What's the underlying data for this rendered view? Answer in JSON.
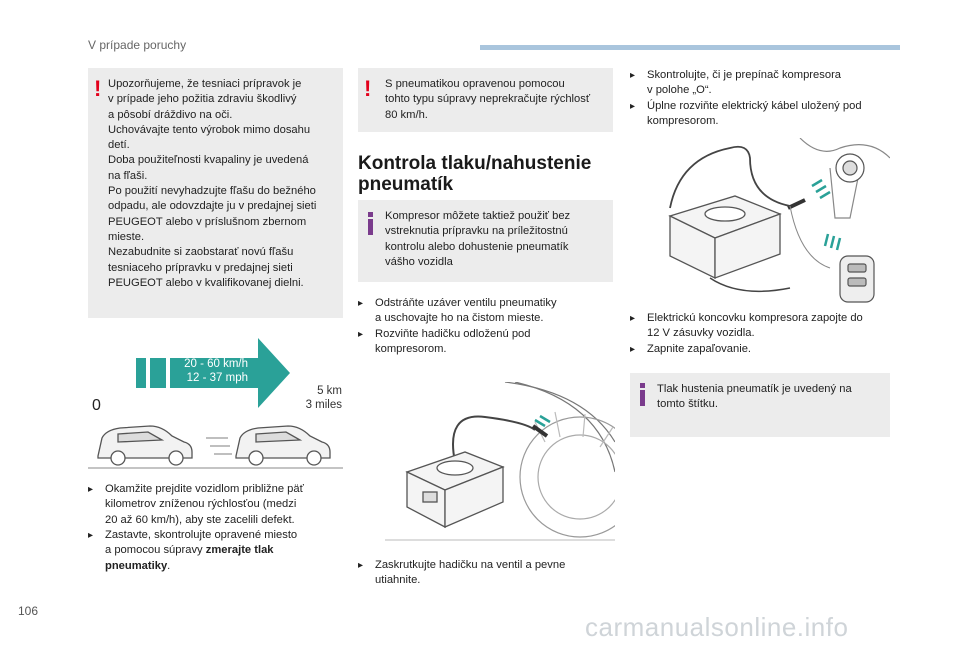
{
  "header": {
    "section_title": "V prípade poruchy",
    "accent_color": "#a9c5dd"
  },
  "col1": {
    "warning": [
      "Upozorňujeme, že tesniaci prípravok je",
      "v prípade jeho požitia zdraviu škodlivý",
      "a pôsobí dráždivo na oči.",
      "Uchovávajte tento výrobok mimo dosahu",
      "detí.",
      "Doba použiteľnosti kvapaliny je uvedená",
      "na fľaši.",
      "Po použití nevyhadzujte fľašu do bežného",
      "odpadu, ale odovzdajte ju v predajnej sieti",
      "PEUGEOT alebo v príslušnom zbernom",
      "mieste.",
      "Nezabudnite si zaobstarať novú fľašu",
      "tesniaceho prípravku v predajnej sieti",
      "PEUGEOT alebo v kvalifikovanej dielni."
    ],
    "diagram": {
      "speed_kmh": "20 - 60 km/h",
      "speed_mph": "12 - 37 mph",
      "start": "0",
      "distance_km": "5 km",
      "distance_miles": "3 miles",
      "accent": "#2aa198"
    },
    "bullets": [
      {
        "lines": [
          "Okamžite prejdite vozidlom približne päť",
          "kilometrov zníženou rýchlosťou (medzi",
          "20 až 60 km/h), aby ste zacelili defekt."
        ]
      },
      {
        "lines": [
          "Zastavte, skontrolujte opravené miesto",
          "a pomocou súpravy "
        ],
        "bold": [
          "zmerajte tlak",
          "pneumatiky"
        ],
        "after": "."
      }
    ]
  },
  "col2": {
    "warning": [
      "S pneumatikou opravenou pomocou",
      "tohto typu súpravy neprekračujte rýchlosť",
      "80 km/h."
    ],
    "heading": [
      "Kontrola tlaku/nahustenie",
      "pneumatík"
    ],
    "info": [
      "Kompresor môžete taktiež použiť bez",
      "vstreknutia prípravku na príležitostnú",
      "kontrolu alebo dohustenie pneumatík",
      "vášho vozidla"
    ],
    "bullets": [
      [
        "Odstráňte uzáver ventilu pneumatiky",
        "a uschovajte ho na čistom mieste."
      ],
      [
        "Rozviňte hadičku odloženú pod",
        "kompresorom."
      ]
    ],
    "bottom_bullet": [
      "Zaskrutkujte hadičku na ventil a pevne",
      "utiahnite."
    ]
  },
  "col3": {
    "bullets": [
      [
        "Skontrolujte, či je prepínač kompresora",
        "v polohe „O“."
      ],
      [
        "Úplne rozviňte elektrický kábel uložený pod",
        "kompresorom."
      ]
    ],
    "bullets2": [
      [
        "Elektrickú koncovku kompresora zapojte do",
        "12 V zásuvky vozidla."
      ],
      [
        "Zapnite zapaľovanie."
      ]
    ],
    "info": [
      "Tlak hustenia pneumatík je uvedený na",
      "tomto štítku."
    ]
  },
  "footer": {
    "page_number": "106",
    "watermark": "carmanualsonline.info"
  },
  "icons": {
    "bullet": "bullet-glyph",
    "warning": "exclamation-icon",
    "info": "info-icon"
  }
}
